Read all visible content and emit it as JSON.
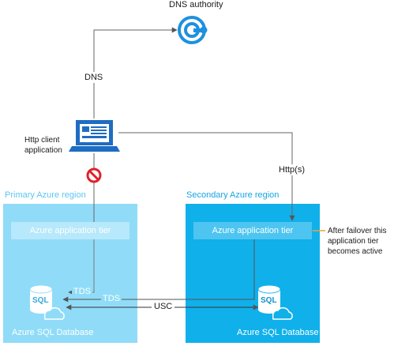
{
  "dns_authority": {
    "label": "DNS authority"
  },
  "connections": {
    "dns": "DNS",
    "http": "Http(s)",
    "tds_primary": "TDS",
    "tds_cross": "TDS",
    "usc": "USC"
  },
  "client": {
    "label_line1": "Http client",
    "label_line2": "application"
  },
  "primary_region": {
    "label": "Primary Azure region",
    "tier": "Azure application tier",
    "database": "Azure SQL Database",
    "db_badge": "SQL"
  },
  "secondary_region": {
    "label": "Secondary Azure region",
    "tier": "Azure application tier",
    "database": "Azure SQL Database",
    "db_badge": "SQL"
  },
  "failover_note": {
    "line1": "After failover this",
    "line2": "application tier",
    "line3": "becomes active"
  },
  "colors": {
    "primary_region": "#90dcf8",
    "secondary_region": "#10b0ea",
    "icon_blue": "#1e6dc2",
    "blocked_red": "#e0202a",
    "note_line": "#f0a030",
    "connector": "#555555"
  }
}
